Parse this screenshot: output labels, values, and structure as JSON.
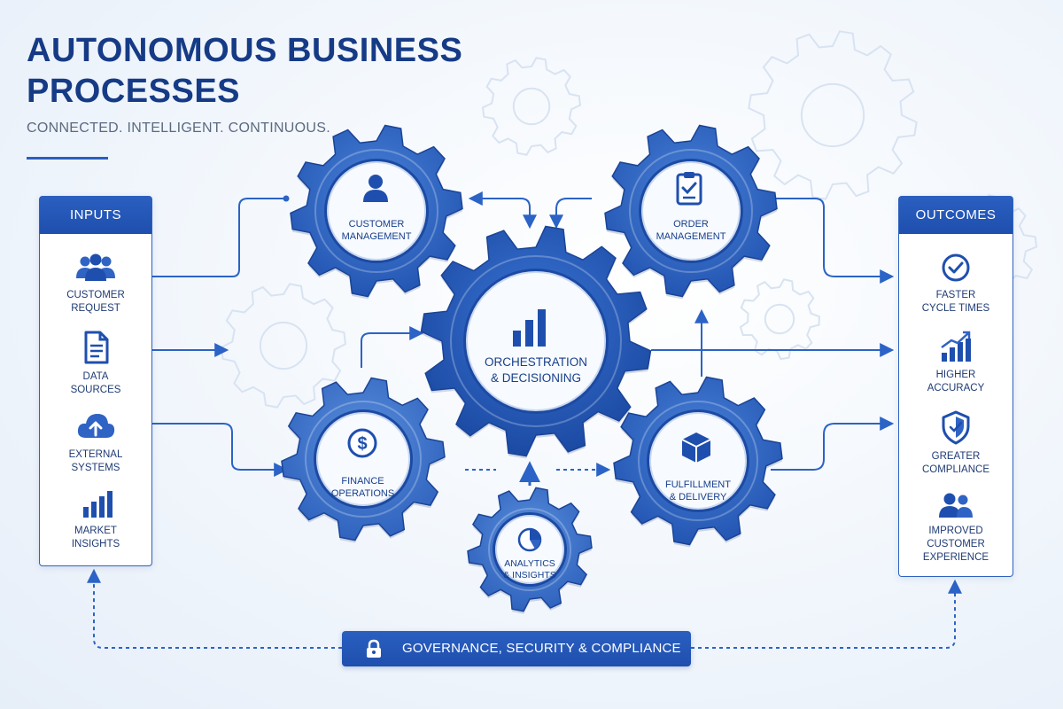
{
  "header": {
    "title": "AUTONOMOUS BUSINESS PROCESSES",
    "subtitle": "CONNECTED. INTELLIGENT. CONTINUOUS."
  },
  "inputs": {
    "heading": "INPUTS",
    "items": [
      {
        "label": "CUSTOMER\nREQUEST",
        "icon": "people-group-icon"
      },
      {
        "label": "DATA\nSOURCES",
        "icon": "document-icon"
      },
      {
        "label": "EXTERNAL\nSYSTEMS",
        "icon": "cloud-upload-icon"
      },
      {
        "label": "MARKET\nINSIGHTS",
        "icon": "bar-chart-icon"
      }
    ]
  },
  "outcomes": {
    "heading": "OUTCOMES",
    "items": [
      {
        "label": "FASTER\nCYCLE TIMES",
        "icon": "check-circle-icon"
      },
      {
        "label": "HIGHER\nACCURACY",
        "icon": "trend-up-chart-icon"
      },
      {
        "label": "GREATER\nCOMPLIANCE",
        "icon": "shield-check-icon"
      },
      {
        "label": "IMPROVED\nCUSTOMER\nEXPERIENCE",
        "icon": "users-icon"
      }
    ]
  },
  "gears": {
    "customer": {
      "label": "CUSTOMER\nMANAGEMENT",
      "icon": "person-icon"
    },
    "order": {
      "label": "ORDER\nMANAGEMENT",
      "icon": "clipboard-check-icon"
    },
    "center": {
      "label": "ORCHESTRATION\n& DECISIONING",
      "icon": "bar-chart-icon"
    },
    "finance": {
      "label": "FINANCE\nOPERATIONS",
      "icon": "dollar-circle-icon"
    },
    "fulfillment": {
      "label": "FULFILLMENT\n& DELIVERY",
      "icon": "box-icon"
    },
    "analytics": {
      "label": "ANALYTICS\n& INSIGHTS",
      "icon": "pie-chart-icon"
    }
  },
  "governance": {
    "label": "GOVERNANCE, SECURITY & COMPLIANCE",
    "icon": "lock-icon"
  },
  "colors": {
    "primary": "#1f4fae",
    "gear_dark": "#1d4ea8",
    "gear_light": "#3f76cf",
    "text_dark": "#163b86",
    "background": "#f1f6fc"
  }
}
